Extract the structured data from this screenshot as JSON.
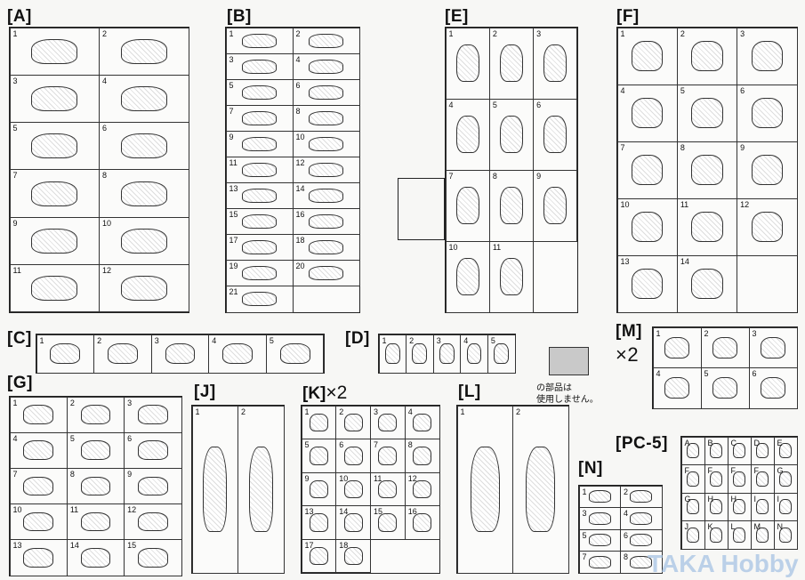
{
  "sprues": [
    {
      "id": "A",
      "label": "[A]",
      "cols": 2,
      "parts": [
        "1",
        "2",
        "3",
        "4",
        "5",
        "6",
        "7",
        "8",
        "9",
        "10",
        "11",
        "12"
      ]
    },
    {
      "id": "B",
      "label": "[B]",
      "cols": 2,
      "parts": [
        "1",
        "2",
        "3",
        "4",
        "5",
        "6",
        "7",
        "8",
        "9",
        "10",
        "11",
        "12",
        "13",
        "14",
        "15",
        "16",
        "17",
        "18",
        "19",
        "20",
        "21"
      ]
    },
    {
      "id": "E",
      "label": "[E]",
      "cols": 3,
      "parts": [
        "1",
        "2",
        "3",
        "4",
        "5",
        "6",
        "7",
        "8",
        "9",
        "10",
        "11"
      ]
    },
    {
      "id": "F",
      "label": "[F]",
      "cols": 3,
      "parts": [
        "1",
        "2",
        "3",
        "4",
        "5",
        "6",
        "7",
        "8",
        "9",
        "10",
        "11",
        "12",
        "13",
        "14"
      ]
    },
    {
      "id": "C",
      "label": "[C]",
      "cols": 5,
      "parts": [
        "1",
        "2",
        "3",
        "4",
        "5"
      ]
    },
    {
      "id": "D",
      "label": "[D]",
      "cols": 5,
      "parts": [
        "1",
        "2",
        "3",
        "4",
        "5"
      ]
    },
    {
      "id": "M",
      "label": "[M]",
      "extra": "×2",
      "cols": 3,
      "parts": [
        "1",
        "2",
        "3",
        "4",
        "5",
        "6"
      ]
    },
    {
      "id": "G",
      "label": "[G]",
      "cols": 3,
      "parts": [
        "1",
        "2",
        "3",
        "4",
        "5",
        "6",
        "7",
        "8",
        "9",
        "10",
        "11",
        "12",
        "13",
        "14",
        "15"
      ]
    },
    {
      "id": "J",
      "label": "[J]",
      "cols": 2,
      "parts": [
        "1",
        "2"
      ]
    },
    {
      "id": "K",
      "label": "[K]",
      "extra": "×2",
      "cols": 4,
      "parts": [
        "1",
        "2",
        "3",
        "4",
        "5",
        "6",
        "7",
        "8",
        "9",
        "10",
        "11",
        "12",
        "13",
        "14",
        "15",
        "16",
        "17",
        "18"
      ]
    },
    {
      "id": "L",
      "label": "[L]",
      "cols": 2,
      "parts": [
        "1",
        "2"
      ]
    },
    {
      "id": "N",
      "label": "[N]",
      "cols": 2,
      "parts": [
        "1",
        "2",
        "3",
        "4",
        "5",
        "6",
        "7",
        "8"
      ]
    },
    {
      "id": "PC5",
      "label": "[PC-5]",
      "cols": 5,
      "parts": [
        "A",
        "B",
        "C",
        "D",
        "E",
        "F",
        "F",
        "F",
        "F",
        "G",
        "G",
        "H",
        "H",
        "I",
        "I",
        "J",
        "K",
        "L",
        "M",
        "N"
      ]
    }
  ],
  "unused_note": {
    "line1": "の部品は",
    "line2": "使用しません。",
    "swatch_color": "#c9c9c9"
  },
  "watermark": "TAKA Hobby"
}
